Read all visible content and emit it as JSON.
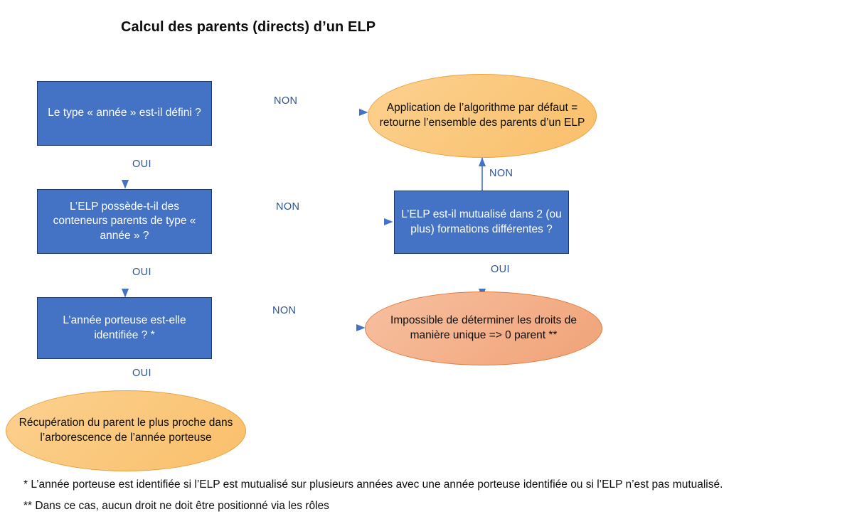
{
  "title": "Calcul des parents (directs) d’un ELP",
  "colors": {
    "box_fill": "#4472C4",
    "box_border": "#1F3864",
    "box_text": "#FFFFFF",
    "ellipse_amber_fill": "#FBC97F",
    "ellipse_amber_border": "#E8A33D",
    "ellipse_salmon_fill": "#F4B183",
    "ellipse_salmon_border": "#E07B39",
    "connector": "#4472C4",
    "edge_label_text": "#2E5395",
    "title_text": "#0D0D0D"
  },
  "nodes": {
    "q1": {
      "label": "Le type « année » est-il défini ?",
      "shape": "rectangle"
    },
    "q2": {
      "label": "L’ELP possède-t-il des conteneurs parents de type « année » ?",
      "shape": "rectangle"
    },
    "q3": {
      "label": "L’année porteuse est-elle identifiée ? *",
      "shape": "rectangle"
    },
    "q4": {
      "label": "L’ELP est-il mutualisé dans 2 (ou plus) formations différentes ?",
      "shape": "rectangle"
    },
    "r1": {
      "label": "Application de l’algorithme par défaut = retourne l’ensemble des parents d’un ELP",
      "shape": "ellipse"
    },
    "r2": {
      "label": "Impossible de déterminer les droits de manière unique => 0 parent **",
      "shape": "ellipse"
    },
    "r3": {
      "label": "Récupération du parent le plus proche dans l’arborescence de l’année porteuse",
      "shape": "ellipse"
    }
  },
  "edges": [
    {
      "id": "e-q1-r1",
      "from": "q1",
      "to": "r1",
      "label": "NON"
    },
    {
      "id": "e-q1-q2",
      "from": "q1",
      "to": "q2",
      "label": "OUI"
    },
    {
      "id": "e-q2-q4",
      "from": "q2",
      "to": "q4",
      "label": "NON"
    },
    {
      "id": "e-q2-q3",
      "from": "q2",
      "to": "q3",
      "label": "OUI"
    },
    {
      "id": "e-q4-r1",
      "from": "q4",
      "to": "r1",
      "label": "NON"
    },
    {
      "id": "e-q4-r2",
      "from": "q4",
      "to": "r2",
      "label": "OUI"
    },
    {
      "id": "e-q3-r2",
      "from": "q3",
      "to": "r2",
      "label": "NON"
    },
    {
      "id": "e-q3-r3",
      "from": "q3",
      "to": "r3",
      "label": "OUI"
    }
  ],
  "footnotes": {
    "one": "* L’année porteuse est identifiée si l’ELP est mutualisé sur plusieurs années avec une année porteuse identifiée ou si l’ELP n’est pas mutualisé.",
    "two": "** Dans ce cas, aucun droit ne doit être positionné via les rôles"
  }
}
